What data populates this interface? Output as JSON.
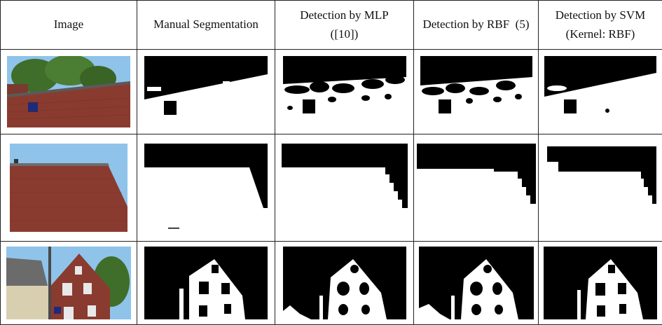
{
  "table": {
    "headers": [
      "Image",
      "Manual Segmentation",
      "Detection by MLP ([10])",
      "Detection by RBF (5)",
      "Detection by SVM (Kernel: RBF)"
    ],
    "header_lines": [
      [
        "Image"
      ],
      [
        "Manual Segmentation"
      ],
      [
        "Detection by MLP",
        "([10])"
      ],
      [
        "Detection by RBF  (5)"
      ],
      [
        "Detection by SVM",
        "(Kernel: RBF)"
      ]
    ],
    "rows": [
      {
        "scene": "brick wall with trees and sign",
        "cells": [
          "photo",
          "mask",
          "mask",
          "mask",
          "mask"
        ]
      },
      {
        "scene": "sloped brick wall under sky",
        "cells": [
          "photo",
          "mask",
          "mask",
          "mask",
          "mask"
        ]
      },
      {
        "scene": "house with gable facade",
        "cells": [
          "photo",
          "mask",
          "mask",
          "mask",
          "mask"
        ]
      }
    ]
  },
  "colors": {
    "sky": "#8fc3ea",
    "brick": "#8a3b2f",
    "foliage": "#3f6e2a",
    "mask_fg": "#ffffff",
    "mask_bg": "#000000"
  }
}
